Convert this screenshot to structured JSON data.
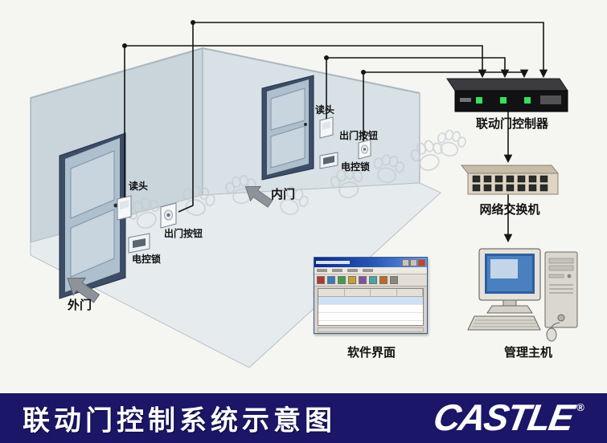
{
  "banner": {
    "title": "联动门控制系统示意图",
    "logo_text": "CASTLE",
    "registered_mark": "®"
  },
  "room": {
    "outer_door_label": "外门",
    "inner_door_label": "内门",
    "outer_door_devices": {
      "reader": "读头",
      "exit_button": "出门按钮",
      "electric_lock": "电控锁"
    },
    "inner_door_devices": {
      "reader": "读头",
      "exit_button": "出门按钮",
      "electric_lock": "电控锁"
    }
  },
  "equipment": {
    "controller": "联动门控制器",
    "network_switch": "网络交换机",
    "software_ui": "软件界面",
    "management_host": "管理主机"
  },
  "colors": {
    "banner_background": "#1b1668",
    "banner_text": "#ffffff",
    "wire": "#151515",
    "controller_led": "#35e05a",
    "wall": "#c9d4db",
    "floor": "#e6ebee"
  }
}
